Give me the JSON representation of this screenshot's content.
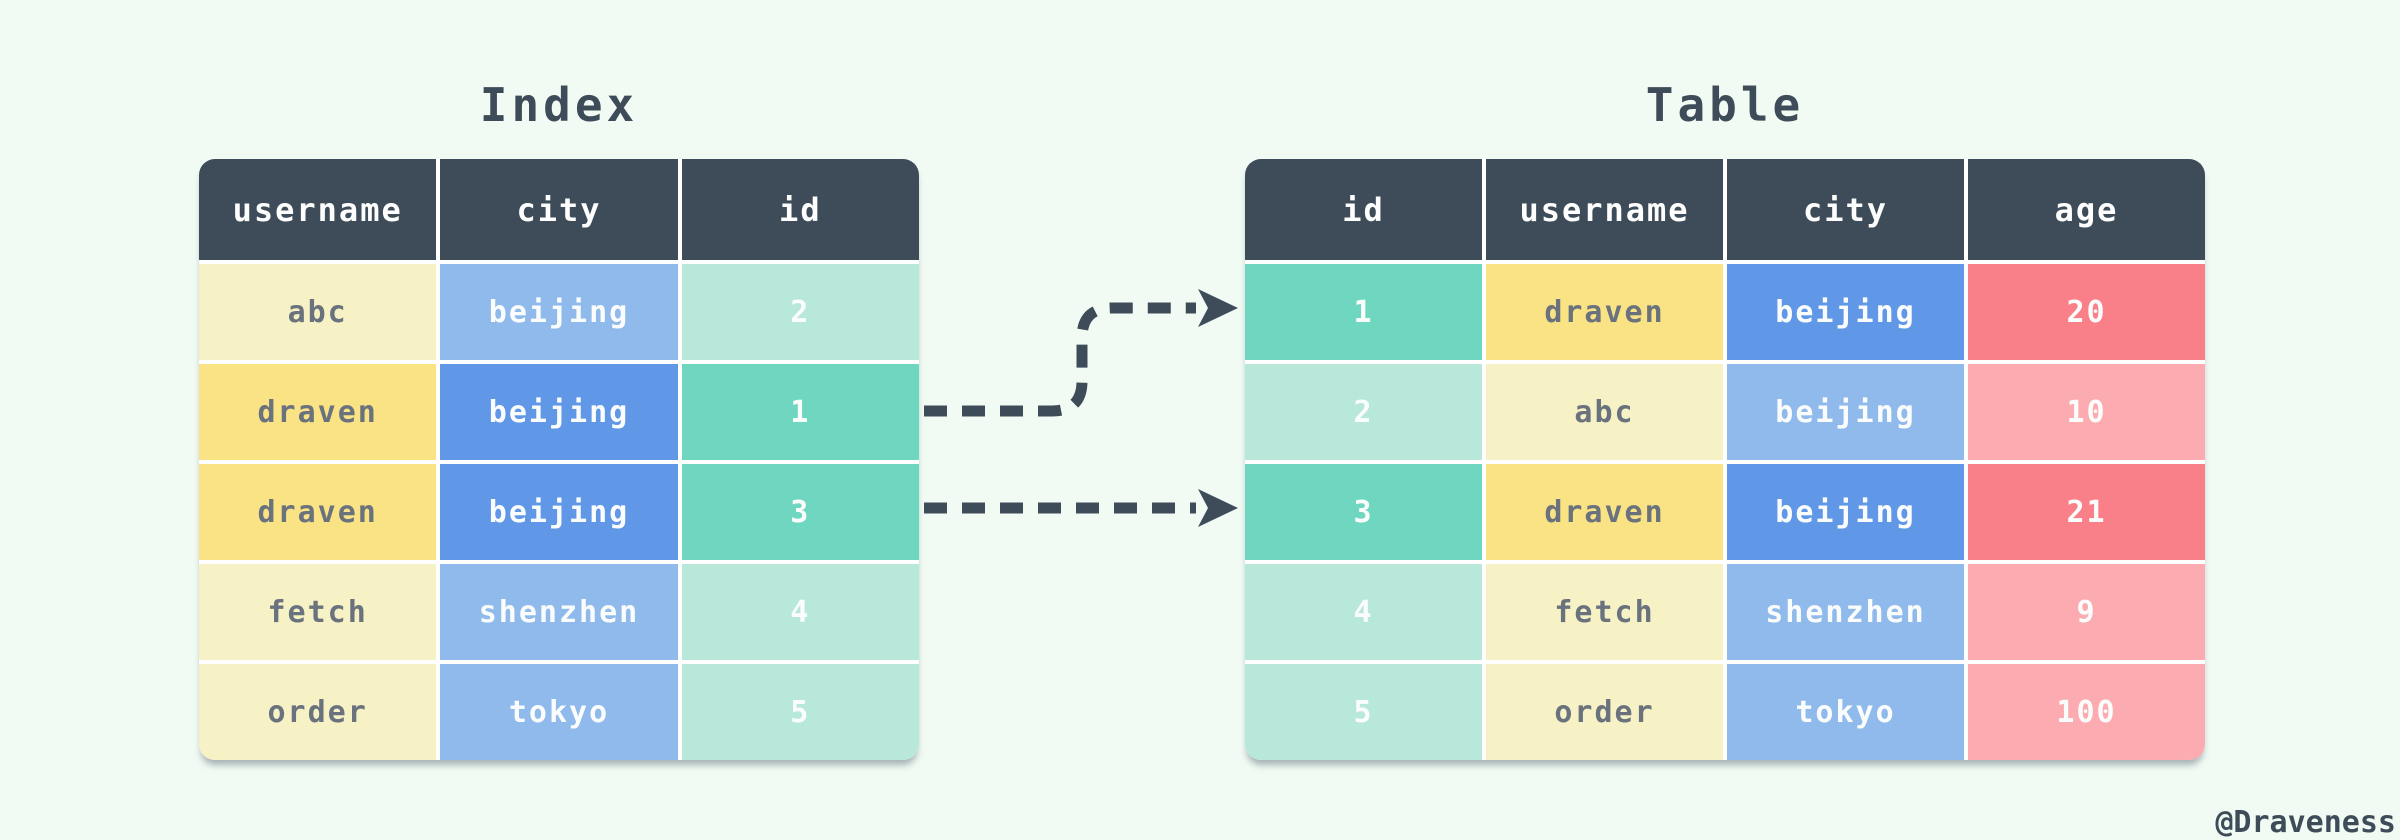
{
  "colors": {
    "bg": "#f1fbf4",
    "ink": "#3e4c59",
    "cellink": "#6a737d",
    "yellow-strong": "#f9e384",
    "yellow-light": "#f7f2c6",
    "blue-strong": "#6097e6",
    "blue-light": "#90baec",
    "teal-strong": "#6fd7bf",
    "teal-light": "#b7e8da",
    "red-strong": "#f97f88",
    "red-light": "#fcacb1"
  },
  "watermark": "@Draveness",
  "index_table": {
    "title": "Index",
    "columns": [
      "username",
      "city",
      "id"
    ],
    "rows": [
      {
        "cells": [
          "abc",
          "beijing",
          "2"
        ],
        "tone": "light"
      },
      {
        "cells": [
          "draven",
          "beijing",
          "1"
        ],
        "tone": "strong"
      },
      {
        "cells": [
          "draven",
          "beijing",
          "3"
        ],
        "tone": "strong"
      },
      {
        "cells": [
          "fetch",
          "shenzhen",
          "4"
        ],
        "tone": "light"
      },
      {
        "cells": [
          "order",
          "tokyo",
          "5"
        ],
        "tone": "light"
      }
    ]
  },
  "main_table": {
    "title": "Table",
    "columns": [
      "id",
      "username",
      "city",
      "age"
    ],
    "rows": [
      {
        "cells": [
          "1",
          "draven",
          "beijing",
          "20"
        ],
        "tone": "strong"
      },
      {
        "cells": [
          "2",
          "abc",
          "beijing",
          "10"
        ],
        "tone": "light"
      },
      {
        "cells": [
          "3",
          "draven",
          "beijing",
          "21"
        ],
        "tone": "strong"
      },
      {
        "cells": [
          "4",
          "fetch",
          "shenzhen",
          "9"
        ],
        "tone": "light"
      },
      {
        "cells": [
          "5",
          "order",
          "tokyo",
          "100"
        ],
        "tone": "light"
      }
    ]
  },
  "arrows": [
    {
      "from": "index id 1",
      "to": "table row id 1",
      "shape": "stepped-dashed"
    },
    {
      "from": "index id 3",
      "to": "table row id 3",
      "shape": "straight-dashed"
    }
  ]
}
